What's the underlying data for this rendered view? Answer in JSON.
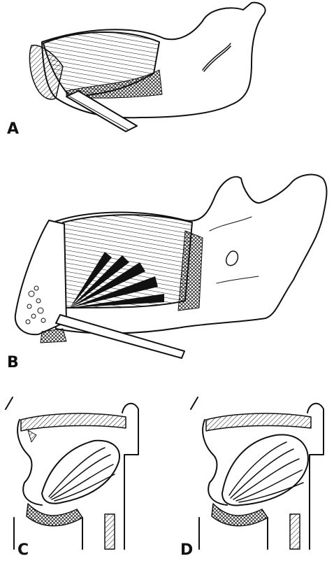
{
  "figure": {
    "panels": [
      {
        "id": "panel-a",
        "label": "A"
      },
      {
        "id": "panel-b",
        "label": "B"
      },
      {
        "id": "panel-c",
        "label": "C"
      },
      {
        "id": "panel-d",
        "label": "D"
      }
    ],
    "ink_color": "#111111",
    "paper_color": "#ffffff"
  }
}
